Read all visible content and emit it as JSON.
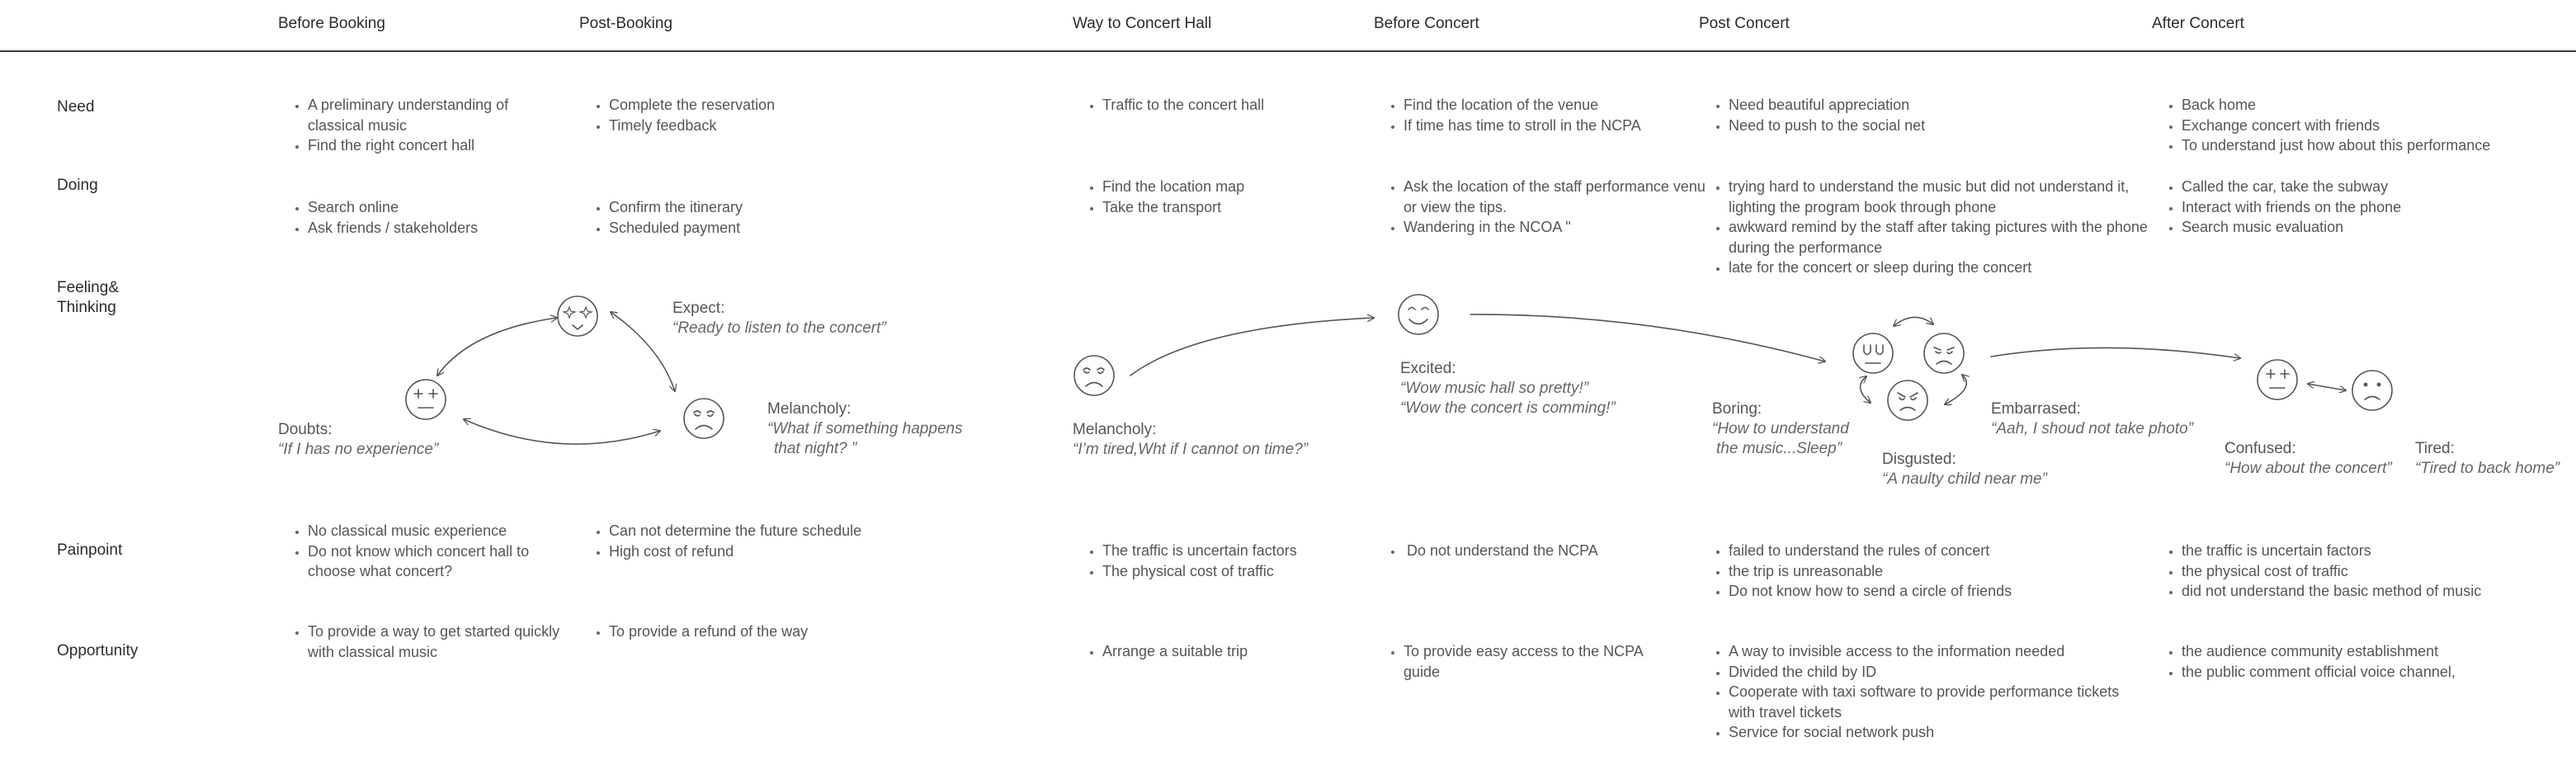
{
  "phases": [
    "Before Booking",
    "Post-Booking",
    "Way to Concert Hall",
    "Before Concert",
    "Post Concert",
    "After Concert"
  ],
  "rows": {
    "need": "Need",
    "doing": "Doing",
    "feeling": "Feeling&\nThinking",
    "painpoint": "Painpoint",
    "opportunity": "Opportunity"
  },
  "need": [
    [
      "A preliminary understanding of classical music",
      "Find the right concert hall"
    ],
    [
      "Complete the reservation",
      "Timely feedback"
    ],
    [
      "Traffic to the concert hall"
    ],
    [
      "Find the location of the venue",
      "If time has time to stroll in the NCPA"
    ],
    [
      "Need beautiful appreciation",
      "Need to push to the social net"
    ],
    [
      "Back home",
      "Exchange concert with friends",
      "To understand just how about this performance"
    ]
  ],
  "doing": [
    [
      "Search online",
      "Ask friends / stakeholders"
    ],
    [
      "Confirm the itinerary",
      "Scheduled payment"
    ],
    [
      "Find the location map",
      "Take the transport"
    ],
    [
      "Ask the location of the staff performance venu or view the tips.",
      "Wandering in the NCOA \""
    ],
    [
      "trying hard to understand the music but did not understand it, lighting the program book through phone",
      "awkward remind by the staff after taking pictures with the phone during the performance",
      "late for the concert or sleep during the concert"
    ],
    [
      "Called the car, take the subway",
      "Interact with friends on the phone",
      "Search music evaluation"
    ]
  ],
  "painpoint": [
    [
      "No classical music experience",
      "Do not know which concert hall to choose what concert?"
    ],
    [
      "Can not determine the future schedule",
      "High cost of refund"
    ],
    [
      "The traffic is uncertain factors",
      "The physical cost of traffic"
    ],
    [
      "Do not understand the NCPA"
    ],
    [
      "failed to understand the rules of concert",
      "the trip is unreasonable",
      "Do not know how to send a circle of friends"
    ],
    [
      "the traffic is uncertain factors",
      "the physical cost of traffic",
      "did not understand the basic method of music"
    ]
  ],
  "opportunity": [
    [
      "To provide a way to get started quickly with classical music"
    ],
    [
      "To provide a refund of the way"
    ],
    [
      "Arrange a suitable trip"
    ],
    [
      "To provide easy access to the NCPA guide"
    ],
    [
      "A way to invisible access to the information needed",
      "Divided the child by ID",
      "Cooperate with taxi software to provide performance tickets with travel tickets",
      "Service for social network push"
    ],
    [
      "the audience community establishment",
      "the public comment official voice channel,"
    ]
  ],
  "emotions": {
    "expect": {
      "title": "Expect:",
      "quote": "“Ready to listen to the concert”"
    },
    "doubts": {
      "title": "Doubts:",
      "quote": "“If I has no experience”"
    },
    "melancholy1": {
      "title": "Melancholy:",
      "quote1": "“What if something happens",
      "quote2": "that night? ”"
    },
    "melancholy2": {
      "title": "Melancholy:",
      "quote": "“I’m tired,Wht if I cannot on time?”"
    },
    "excited": {
      "title": "Excited:",
      "quote1": "“Wow music hall so pretty!”",
      "quote2": "“Wow the concert is comming!”"
    },
    "boring": {
      "title": "Boring:",
      "quote1": "“How to understand",
      "quote2": "the music...Sleep”"
    },
    "embarrassed": {
      "title": "Embarrased:",
      "quote": "“Aah, I shoud not take photo”"
    },
    "disgusted": {
      "title": "Disgusted:",
      "quote": "“A naulty child near me”"
    },
    "confused": {
      "title": "Confused:",
      "quote": "“How about the concert”"
    },
    "tired": {
      "title": "Tired:",
      "quote": "“Tired to back home”"
    }
  },
  "icons": [
    "star-eyes-face-icon",
    "doubt-face-icon",
    "sad-face-icon",
    "tired-face-icon",
    "happy-face-icon",
    "sleepy-face-icon",
    "annoyed-face-icon",
    "angry-face-icon",
    "confused-face-icon",
    "unhappy-face-icon"
  ]
}
